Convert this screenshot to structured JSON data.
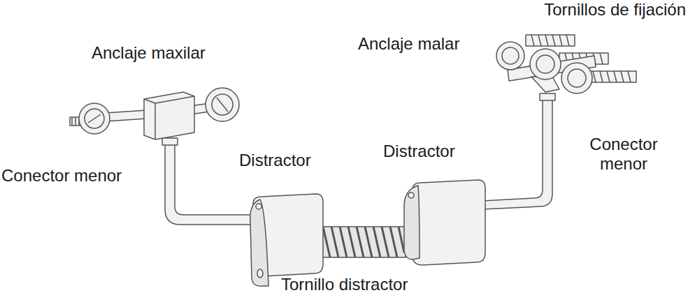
{
  "diagram": {
    "labels": [
      "Tornillos de fijación",
      "Anclaje maxilar",
      "Anclaje malar",
      "Conector menor",
      "Distractor",
      "Distractor",
      "Conector menor",
      "Tornillo distractor"
    ]
  }
}
